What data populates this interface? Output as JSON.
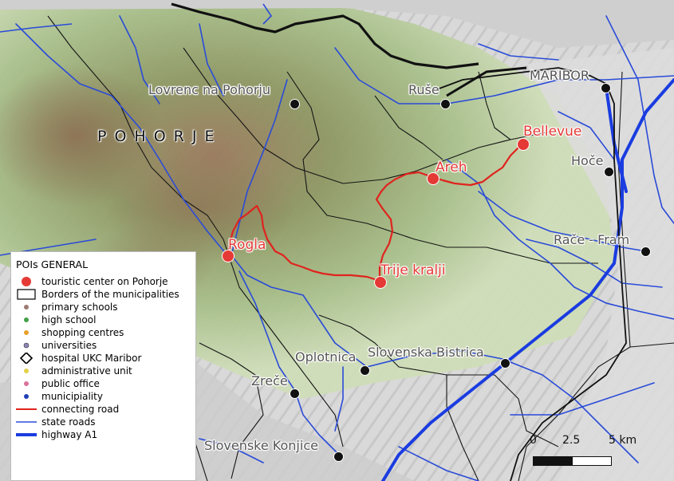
{
  "map": {
    "region_label": "POHORJE",
    "towns": [
      {
        "id": "lovrenc",
        "name": "Lovrenc na Pohorju"
      },
      {
        "id": "ruse",
        "name": "Ruše"
      },
      {
        "id": "maribor",
        "name": "MARIBOR"
      },
      {
        "id": "hoce",
        "name": "Hoče"
      },
      {
        "id": "race",
        "name": "Rače - Fram"
      },
      {
        "id": "oplotnica",
        "name": "Oplotnica"
      },
      {
        "id": "bistrica",
        "name": "Slovenska Bistrica"
      },
      {
        "id": "zrece",
        "name": "Zreče"
      },
      {
        "id": "konjice",
        "name": "Slovenske Konjice"
      }
    ],
    "poi_centers": [
      {
        "id": "bellevue",
        "name": "Bellevue"
      },
      {
        "id": "areh",
        "name": "Areh"
      },
      {
        "id": "rogla",
        "name": "Rogla"
      },
      {
        "id": "trije",
        "name": "Trije kralji"
      }
    ]
  },
  "legend": {
    "title": "POIs GENERAL",
    "items": [
      {
        "label": "touristic center on Pohorje",
        "symbol": "big-red-dot-icon",
        "color": "#e53935"
      },
      {
        "label": "Borders of the municipalities",
        "symbol": "border-rect-icon",
        "color": "#000000"
      },
      {
        "label": "primary schools",
        "symbol": "dot-icon",
        "color": "#9c7a72"
      },
      {
        "label": "high school",
        "symbol": "dot-icon",
        "color": "#43a047"
      },
      {
        "label": "shopping centres",
        "symbol": "dot-icon",
        "color": "#e8a02c"
      },
      {
        "label": "universities",
        "symbol": "dot-icon",
        "color": "#8e86b8"
      },
      {
        "label": "hospital UKC Maribor",
        "symbol": "diamond-icon",
        "color": "#000000"
      },
      {
        "label": "administrative unit",
        "symbol": "dot-icon",
        "color": "#e2d14a"
      },
      {
        "label": "public office",
        "symbol": "dot-icon",
        "color": "#d9719a"
      },
      {
        "label": "municipiality",
        "symbol": "dot-icon",
        "color": "#1f3fb5"
      },
      {
        "label": "connecting road",
        "symbol": "line-icon",
        "color": "#e0231e"
      },
      {
        "label": "state roads",
        "symbol": "line-icon",
        "color": "#2a4bd8"
      },
      {
        "label": "highway A1",
        "symbol": "thick-line-icon",
        "color": "#1a3ce0"
      }
    ]
  },
  "scalebar": {
    "labels": [
      "0",
      "2.5",
      "5 km"
    ]
  },
  "colors": {
    "connecting_road": "#e0231e",
    "state_roads": "#2a4bd8",
    "highway": "#1a3ce0",
    "poi": "#e53935",
    "border": "#111111"
  }
}
